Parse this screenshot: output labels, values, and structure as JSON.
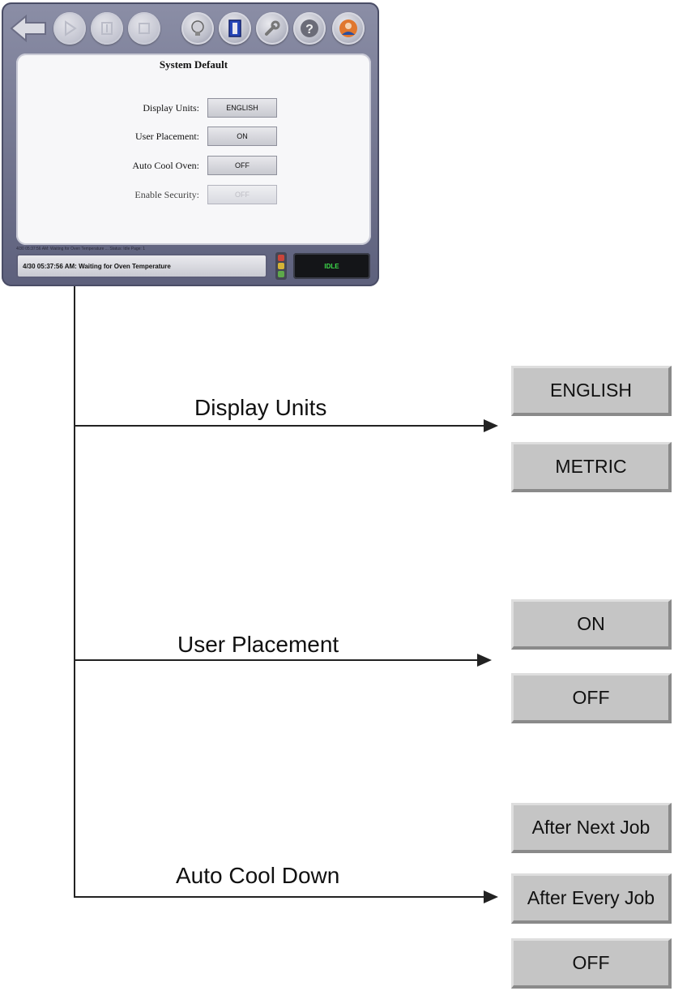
{
  "screen": {
    "title": "System Default",
    "toolbar": [
      {
        "name": "back-arrow-icon"
      },
      {
        "name": "play-icon"
      },
      {
        "name": "pause-icon"
      },
      {
        "name": "stop-icon"
      },
      {
        "name": "lightbulb-icon"
      },
      {
        "name": "door-icon"
      },
      {
        "name": "wrench-icon"
      },
      {
        "name": "help-icon"
      },
      {
        "name": "user-icon"
      }
    ],
    "settings": [
      {
        "label": "Display Units:",
        "value": "ENGLISH"
      },
      {
        "label": "User Placement:",
        "value": "ON"
      },
      {
        "label": "Auto Cool Oven:",
        "value": "OFF"
      },
      {
        "label": "Enable Security:",
        "value": "OFF"
      }
    ],
    "status_strip": "4/30 05:37:56 AM: Waiting for Oven Temperature ... Status: Idle Page: 1",
    "status_message": "4/30 05:37:56 AM: Waiting for Oven Temperature",
    "state": "IDLE",
    "state_color": "#3ddc4a"
  },
  "diagram": {
    "branches": [
      {
        "label": "Display Units",
        "options": [
          "ENGLISH",
          "METRIC"
        ]
      },
      {
        "label": "User Placement",
        "options": [
          "ON",
          "OFF"
        ]
      },
      {
        "label": "Auto Cool Down",
        "options": [
          "After Next Job",
          "After Every Job",
          "OFF"
        ]
      }
    ]
  }
}
